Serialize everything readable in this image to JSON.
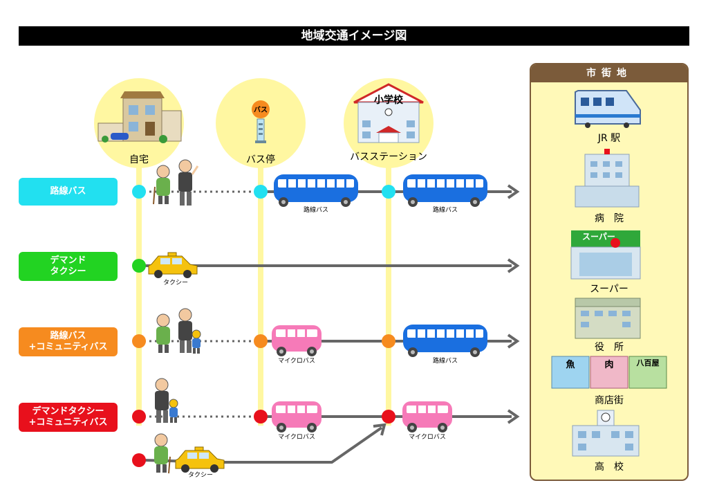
{
  "title": "地域交通イメージ図",
  "nodes": {
    "home": "自宅",
    "bus_stop": "バス停",
    "bus_stop_sign": "バス",
    "bus_station": "バスステーション",
    "school_sign": "小学校"
  },
  "legend": [
    {
      "label": "路線バス",
      "color": "#22e0f0"
    },
    {
      "label": "デマンド\nタクシー",
      "color": "#22d322"
    },
    {
      "label": "路線バス\n+コミュニティバス",
      "color": "#f68b1f"
    },
    {
      "label": "デマンドタクシー\n+コミュニティバス",
      "color": "#e8101c"
    }
  ],
  "vehicle_labels": {
    "route_bus": "路線バス",
    "taxi": "タクシー",
    "micro_bus": "マイクロバス"
  },
  "colors": {
    "cyan": "#22e0f0",
    "green": "#22d322",
    "orange": "#f68b1f",
    "red": "#e8101c",
    "pink": "#f67ab8",
    "blue": "#1a6fe0",
    "panel": "#fff9b8",
    "panel_border": "#7b5b3a"
  },
  "downtown": {
    "header": "市街地",
    "destinations": [
      {
        "label": "JR 駅",
        "icon": "train-icon"
      },
      {
        "label": "病　院",
        "icon": "hospital-icon"
      },
      {
        "label": "スーパー",
        "icon": "supermarket-icon",
        "sign": "スーパー"
      },
      {
        "label": "役　所",
        "icon": "city-hall-icon"
      },
      {
        "label": "商店街",
        "icon": "shopping-street-icon",
        "signs": [
          "魚",
          "肉",
          "八百屋"
        ]
      },
      {
        "label": "高　校",
        "icon": "high-school-icon"
      }
    ]
  }
}
